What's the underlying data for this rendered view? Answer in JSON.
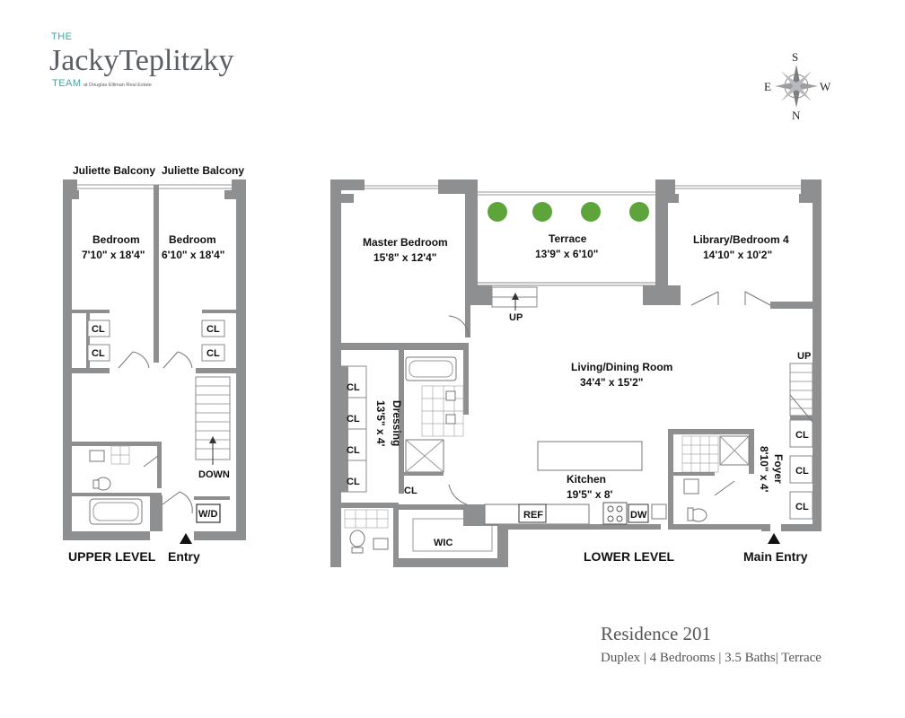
{
  "brand": {
    "the": "THE",
    "name": "JackyTeplitzky",
    "team": "TEAM",
    "sub": "at Douglas Elliman Real Estate"
  },
  "compass": {
    "s": "S",
    "e": "E",
    "w": "W",
    "n": "N"
  },
  "upper": {
    "balcony1": "Juliette Balcony",
    "balcony2": "Juliette Balcony",
    "bedroom1": {
      "name": "Bedroom",
      "dims": "7'10\" x 18'4\""
    },
    "bedroom2": {
      "name": "Bedroom",
      "dims": "6'10\" x 18'4\""
    },
    "closet": "CL",
    "down": "DOWN",
    "wd": "W/D",
    "level": "UPPER LEVEL",
    "entry": "Entry"
  },
  "lower": {
    "master": {
      "name": "Master Bedroom",
      "dims": "15'8\" x 12'4\""
    },
    "terrace": {
      "name": "Terrace",
      "dims": "13'9\" x 6'10\""
    },
    "library": {
      "name": "Library/Bedroom 4",
      "dims": "14'10\" x 10'2\""
    },
    "up": "UP",
    "living": {
      "name": "Living/Dining Room",
      "dims": "34'4\" x 15'2\""
    },
    "dressing": {
      "name": "Dressing",
      "dims": "13'5\" x 4'"
    },
    "closet": "CL",
    "kitchen": {
      "name": "Kitchen",
      "dims": "19'5\" x 8'"
    },
    "ref": "REF",
    "dw": "DW",
    "wic": "WIC",
    "foyer": {
      "name": "Foyer",
      "dims": "8'10\" x 4'"
    },
    "level": "LOWER LEVEL",
    "entry": "Main Entry"
  },
  "residence": {
    "title": "Residence 201",
    "details": "Duplex | 4 Bedrooms | 3.5 Baths| Terrace"
  },
  "colors": {
    "wall": "#8e8f91",
    "brand_teal": "#3fa6a0",
    "tree": "#5da53a"
  }
}
